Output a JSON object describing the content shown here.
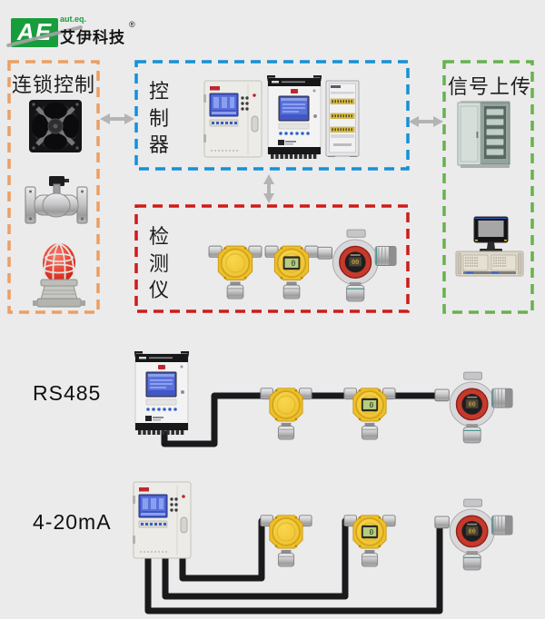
{
  "meta": {
    "background": "#ebebeb"
  },
  "logo": {
    "abbr": "AE",
    "tagline": "aut.eq.",
    "company": "艾伊科技",
    "registered": "®",
    "green": "#189d3c"
  },
  "groups": {
    "interlock": {
      "label": "连锁控制",
      "border_color": "#ec9f63",
      "devices": [
        "exhaust-fan",
        "solenoid-valve",
        "alarm-beacon"
      ]
    },
    "controller": {
      "label": "控制器",
      "border_color": "#1590d8",
      "devices": [
        "wall-mount-controller",
        "bus-controller",
        "terminal-rack-cabinet"
      ]
    },
    "upload": {
      "label": "信号上传",
      "border_color": "#67b14f",
      "devices": [
        "server-cabinet",
        "industrial-computer"
      ]
    },
    "detector": {
      "label": "检测仪",
      "border_color": "#d01a1a",
      "devices": [
        "gas-detector-yellow",
        "gas-detector-yellow-display",
        "gas-detector-armored"
      ]
    }
  },
  "rows": {
    "rs485": {
      "label": "RS485",
      "topology": "daisy-chain bus",
      "detector_count": 3
    },
    "ma420": {
      "label": "4-20mA",
      "topology": "point-to-point star",
      "detector_count": 3
    }
  },
  "displays": {
    "yellow_value": "0",
    "armored_value": "00"
  },
  "cable_color": "#1a1a1c",
  "arrow_color": "#b4b4b4"
}
